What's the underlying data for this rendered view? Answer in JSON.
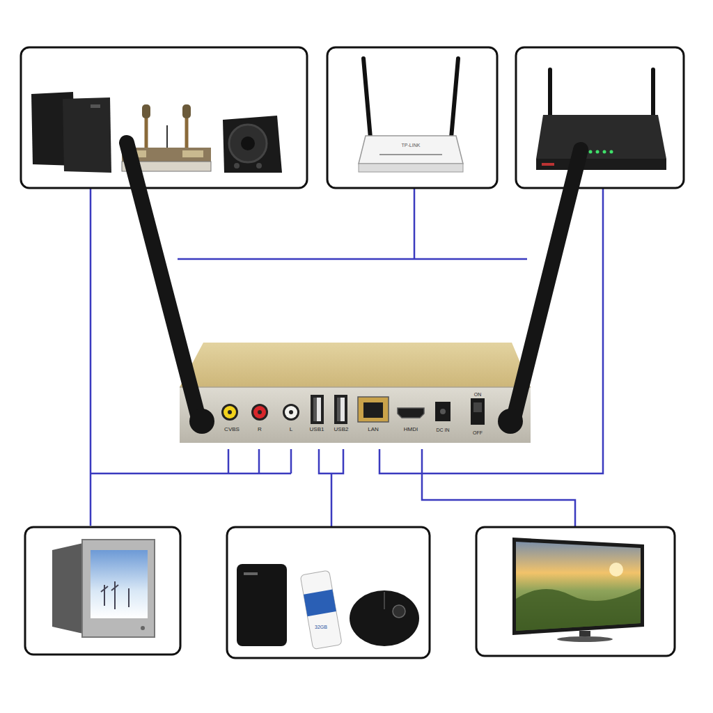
{
  "diagram": {
    "labels": [
      "ON",
      "CVBS",
      "R",
      "L",
      "USB1",
      "USB2",
      "LAN",
      "HMDI",
      "DC IN",
      "OFF",
      "TP-LINK",
      "32GB"
    ]
  }
}
